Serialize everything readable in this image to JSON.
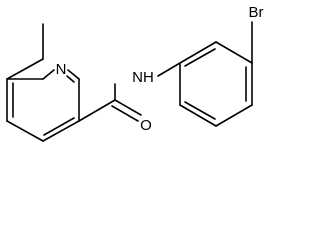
{
  "structure": {
    "atoms": {
      "ring_nitrogen": "N",
      "amide_nh": "NH",
      "carbonyl_oxygen": "O",
      "bromine": "Br"
    },
    "colors": {
      "bond": "#000000",
      "label": "#000000",
      "background": "#ffffff"
    }
  }
}
